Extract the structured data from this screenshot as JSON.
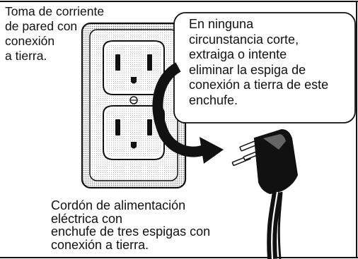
{
  "wall_outlet_label": "Toma de corriente\nde pared con\nconexión\na tierra.",
  "warning_text": "En ninguna\ncircunstancia corte,\nextraiga o intente\neliminar la espiga de\nconexión a tierra de este\nenchufe.",
  "cord_label": "Cordón de alimentación\neléctrica con\nenchufe de tres espigas con\nconexión a tierra.",
  "icons": [
    "wall-outlet-icon",
    "three-prong-plug-icon",
    "curved-arrow-icon"
  ],
  "colors": {
    "line": "#111111",
    "background": "#ffffff",
    "faceplate_shade": "#d9d9d9"
  }
}
